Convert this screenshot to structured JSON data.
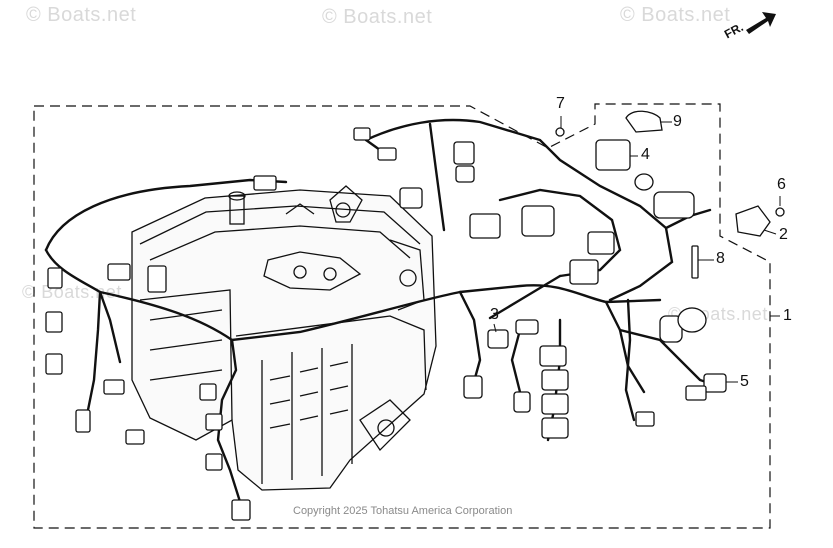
{
  "watermarks": [
    "© Boats.net",
    "© Boats.net",
    "© Boats.net",
    "© Boats.net",
    "© Boats.net"
  ],
  "callouts": {
    "c1": "1",
    "c2": "2",
    "c3": "3",
    "c4": "4",
    "c5": "5",
    "c6": "6",
    "c7": "7",
    "c8": "8",
    "c9": "9"
  },
  "direction_label": "FR.",
  "copyright": "Copyright 2025 Tohatsu America Corporation",
  "colors": {
    "line": "#111111",
    "watermark": "#d9d9d9",
    "copyright": "#8a8a8a"
  }
}
